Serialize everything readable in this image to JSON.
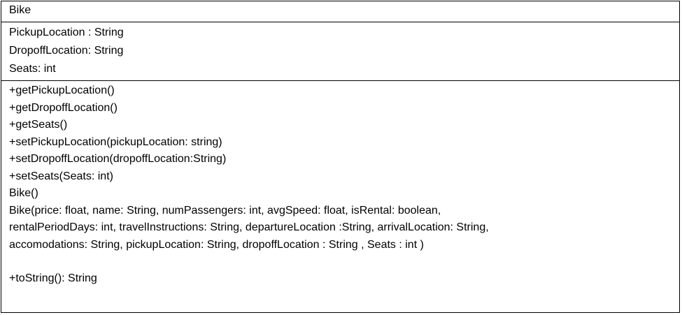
{
  "class_name": "Bike",
  "attributes": [
    "PickupLocation : String",
    "DropoffLocation: String",
    "Seats: int"
  ],
  "operations": [
    "+getPickupLocation()",
    "+getDropoffLocation()",
    "+getSeats()",
    "+setPickupLocation(pickupLocation: string)",
    "+setDropoffLocation(dropoffLocation:String)",
    "+setSeats(Seats: int)",
    "Bike()",
    "Bike(price: float, name: String, numPassengers: int, avgSpeed: float, isRental: boolean,",
    "rentalPeriodDays: int, travelInstructions: String, departureLocation :String, arrivalLocation: String,",
    "accomodations: String, pickupLocation: String, dropoffLocation : String , Seats : int )",
    "",
    "+toString(): String"
  ]
}
